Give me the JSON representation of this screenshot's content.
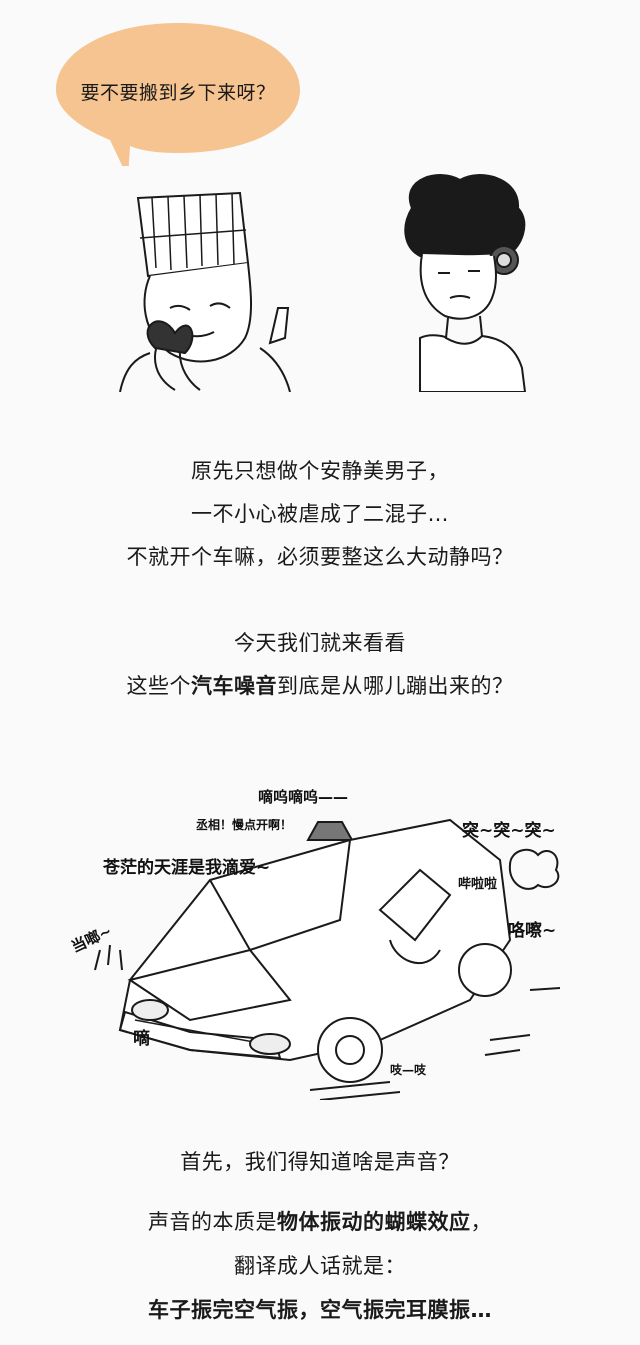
{
  "bubble": {
    "text": "要不要搬到乡下来呀？",
    "color": "#f6c490"
  },
  "intro": {
    "line1": "原先只想做个安静美男子，",
    "line2": "一不小心被虐成了二混子…",
    "line3": "不就开个车嘛，必须要整这么大动静吗？"
  },
  "today": {
    "line1": "今天我们就来看看",
    "line2_pre": "这些个",
    "line2_bold": "汽车噪音",
    "line2_post": "到底是从哪儿蹦出来的？"
  },
  "sfx": {
    "siren": "嘀呜嘀呜——",
    "plea": "丞相！慢点开啊！",
    "sing": "苍茫的天涯是我滴爱~",
    "tu": "突~突~突~",
    "pila": "哔啦啦",
    "gelian": "咯嚓~",
    "dangdu": "当啷~",
    "di": "嘀",
    "zhi": "吱—吱"
  },
  "sound": {
    "q": "首先，我们得知道啥是声音？",
    "l1_pre": "声音的本质是",
    "l1_bold": "物体振动的蝴蝶效应",
    "l1_post": "，",
    "l2": "翻译成人话就是：",
    "l3": "车子振完空气振，空气振完耳膜振…"
  }
}
